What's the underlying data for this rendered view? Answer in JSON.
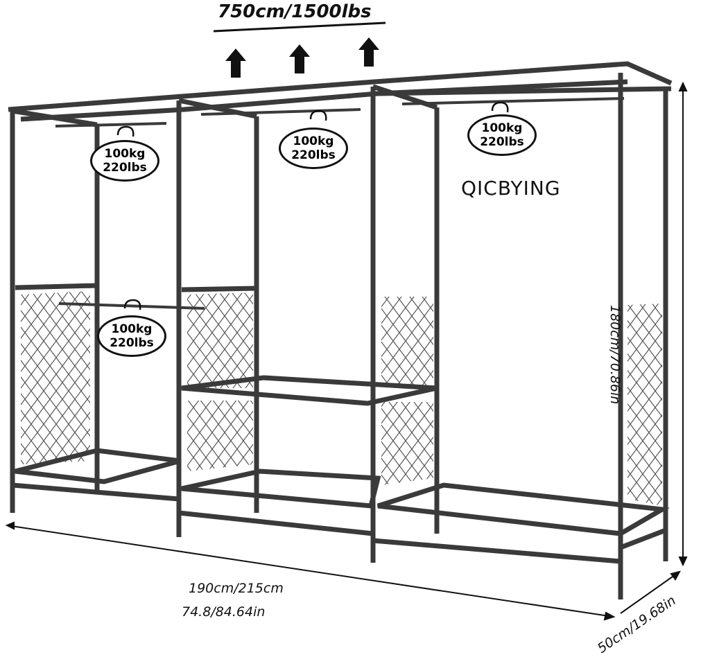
{
  "capacity_label": "750cm/1500lbs",
  "brand": "QICBYING",
  "load_badges": [
    {
      "kg": "100kg",
      "lbs": "220lbs"
    },
    {
      "kg": "100kg",
      "lbs": "220lbs"
    },
    {
      "kg": "100kg",
      "lbs": "220lbs"
    },
    {
      "kg": "100kg",
      "lbs": "220lbs"
    }
  ],
  "dimensions": {
    "width_cm": "190cm/215cm",
    "width_in": "74.8/84.64in",
    "height": "180cm/70.86in",
    "depth": "50cm/19.68in"
  },
  "colors": {
    "frame": "#3a3a3a",
    "mesh": "#666666"
  }
}
